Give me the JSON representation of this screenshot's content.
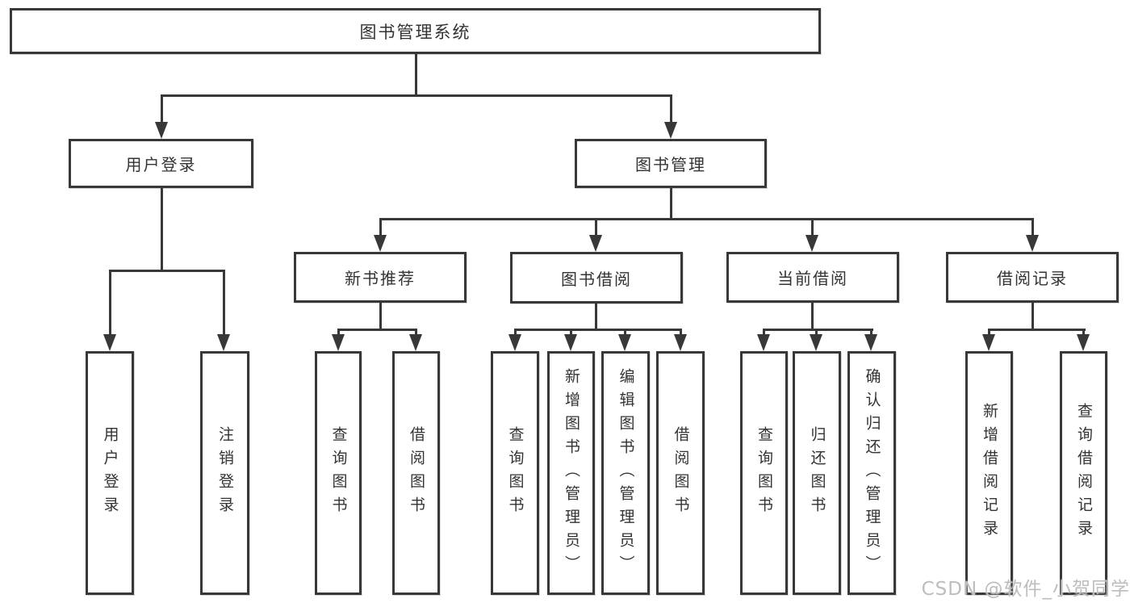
{
  "diagram": {
    "type": "hierarchy-tree",
    "title": "图书管理系统",
    "watermark": "CSDN @软件_小贺同学",
    "colors": {
      "line": "#383838",
      "border": "#383838",
      "text": "#333333",
      "background": "#ffffff",
      "watermark": "#bdbdbd"
    },
    "nodes": {
      "root": {
        "label": "图书管理系统"
      },
      "user_login": {
        "label": "用户登录"
      },
      "book_mgmt": {
        "label": "图书管理"
      },
      "new_book_rec": {
        "label": "新书推荐"
      },
      "book_borrow": {
        "label": "图书借阅"
      },
      "current_borrow": {
        "label": "当前借阅"
      },
      "borrow_records": {
        "label": "借阅记录"
      },
      "leaf_user_login": {
        "label": "用户登录"
      },
      "leaf_logout": {
        "label": "注销登录"
      },
      "leaf_query_books_rec": {
        "label": "查询图书"
      },
      "leaf_borrow_books_rec": {
        "label": "借阅图书"
      },
      "leaf_query_books_borrow": {
        "label": "查询图书"
      },
      "leaf_add_books": {
        "label": "新增图书（管理员）"
      },
      "leaf_edit_books": {
        "label": "编辑图书（管理员）"
      },
      "leaf_borrow_books": {
        "label": "借阅图书"
      },
      "leaf_query_books_current": {
        "label": "查询图书"
      },
      "leaf_return_books": {
        "label": "归还图书"
      },
      "leaf_confirm_return": {
        "label": "确认归还（管理员）"
      },
      "leaf_add_borrow_record": {
        "label": "新增借阅记录"
      },
      "leaf_query_borrow_record": {
        "label": "查询借阅记录"
      }
    },
    "edges": [
      {
        "from": "root",
        "to": "user_login"
      },
      {
        "from": "root",
        "to": "book_mgmt"
      },
      {
        "from": "user_login",
        "to": "leaf_user_login"
      },
      {
        "from": "user_login",
        "to": "leaf_logout"
      },
      {
        "from": "book_mgmt",
        "to": "new_book_rec"
      },
      {
        "from": "book_mgmt",
        "to": "book_borrow"
      },
      {
        "from": "book_mgmt",
        "to": "current_borrow"
      },
      {
        "from": "book_mgmt",
        "to": "borrow_records"
      },
      {
        "from": "new_book_rec",
        "to": "leaf_query_books_rec"
      },
      {
        "from": "new_book_rec",
        "to": "leaf_borrow_books_rec"
      },
      {
        "from": "book_borrow",
        "to": "leaf_query_books_borrow"
      },
      {
        "from": "book_borrow",
        "to": "leaf_add_books"
      },
      {
        "from": "book_borrow",
        "to": "leaf_edit_books"
      },
      {
        "from": "book_borrow",
        "to": "leaf_borrow_books"
      },
      {
        "from": "current_borrow",
        "to": "leaf_query_books_current"
      },
      {
        "from": "current_borrow",
        "to": "leaf_return_books"
      },
      {
        "from": "current_borrow",
        "to": "leaf_confirm_return"
      },
      {
        "from": "borrow_records",
        "to": "leaf_add_borrow_record"
      },
      {
        "from": "borrow_records",
        "to": "leaf_query_borrow_record"
      }
    ]
  }
}
